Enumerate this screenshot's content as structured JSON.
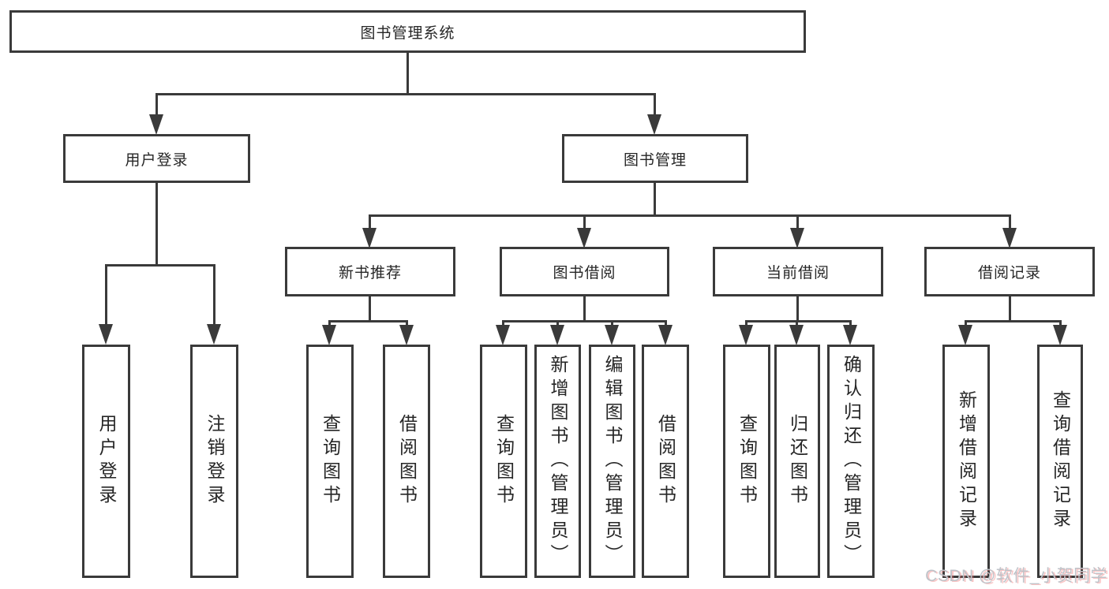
{
  "diagram": {
    "root": "图书管理系统",
    "user_branch": {
      "label": "用户登录",
      "children": [
        "用户登录",
        "注销登录"
      ]
    },
    "book_branch": {
      "label": "图书管理",
      "groups": [
        {
          "label": "新书推荐",
          "children": [
            "查询图书",
            "借阅图书"
          ]
        },
        {
          "label": "图书借阅",
          "children": [
            "查询图书",
            "新增图书（管理员）",
            "编辑图书（管理员）",
            "借阅图书"
          ]
        },
        {
          "label": "当前借阅",
          "children": [
            "查询图书",
            "归还图书",
            "确认归还（管理员）"
          ]
        },
        {
          "label": "借阅记录",
          "children": [
            "新增借阅记录",
            "查询借阅记录"
          ]
        }
      ]
    },
    "watermark": "CSDN @软件_小贺同学"
  },
  "colors": {
    "line": "#3a3a3a",
    "text": "#262626",
    "box_background": "#ffffff",
    "watermark_gray": "#bfc3c9",
    "watermark_accent": "#f36e6e"
  }
}
